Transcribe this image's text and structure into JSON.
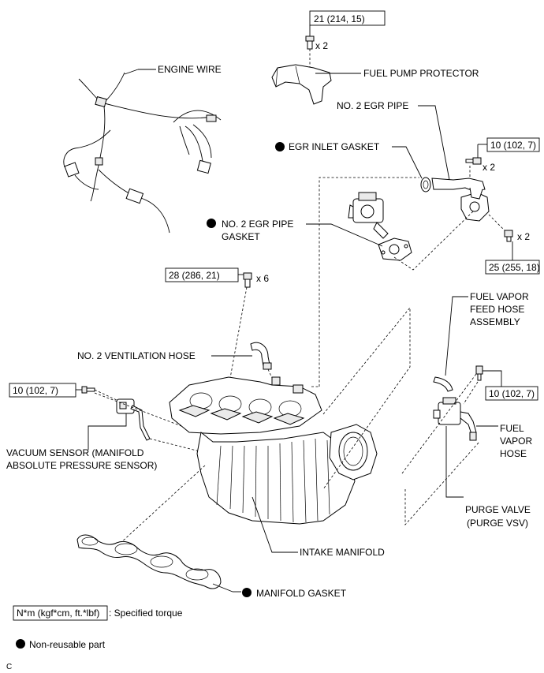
{
  "labels": {
    "engine_wire": "ENGINE WIRE",
    "fuel_pump_protector": "FUEL PUMP PROTECTOR",
    "no2_egr_pipe": "NO. 2 EGR PIPE",
    "egr_inlet_gasket": "EGR INLET GASKET",
    "no2_egr_pipe_gasket_line1": "NO. 2 EGR PIPE",
    "no2_egr_pipe_gasket_line2": "GASKET",
    "no2_ventilation_hose": "NO. 2 VENTILATION HOSE",
    "fuel_vapor_feed_line1": "FUEL VAPOR",
    "fuel_vapor_feed_line2": "FEED HOSE",
    "fuel_vapor_feed_line3": "ASSEMBLY",
    "vacuum_sensor_line1": "VACUUM SENSOR (MANIFOLD",
    "vacuum_sensor_line2": "ABSOLUTE PRESSURE SENSOR)",
    "fuel_vapor_hose_line1": "FUEL",
    "fuel_vapor_hose_line2": "VAPOR",
    "fuel_vapor_hose_line3": "HOSE",
    "purge_valve_line1": "PURGE VALVE",
    "purge_valve_line2": "(PURGE VSV)",
    "intake_manifold": "INTAKE MANIFOLD",
    "manifold_gasket": "MANIFOLD GASKET"
  },
  "torques": {
    "fuel_pump_protector_bolt": "21 (214, 15)",
    "egr_pipe_bolt_upper": "10 (102, 7)",
    "egr_pipe_nut_lower": "25 (255, 18)",
    "manifold_bolt": "28 (286, 21)",
    "vacuum_sensor_bolt": "10 (102, 7)",
    "purge_valve_bolt": "10 (102, 7)"
  },
  "quantities": {
    "fuel_pump_protector_bolt": "x 2",
    "egr_pipe_bolt_upper": "x 2",
    "egr_pipe_nut_lower": "x 2",
    "manifold_bolt": "x 6"
  },
  "legend": {
    "torque_unit_box": "N*m (kgf*cm, ft.*lbf)",
    "torque_unit_desc": ": Specified torque",
    "non_reusable": "Non-reusable part"
  },
  "corner_code": "C"
}
